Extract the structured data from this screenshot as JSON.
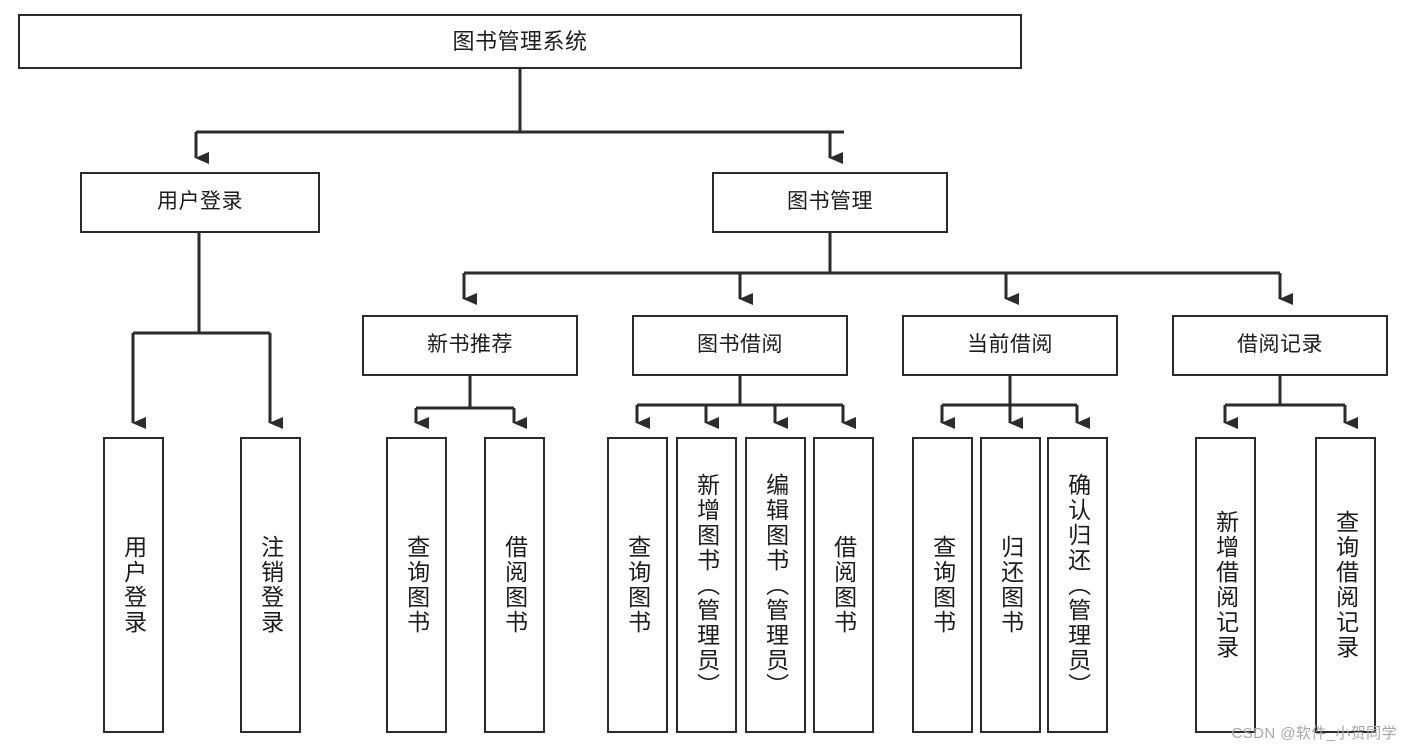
{
  "diagram": {
    "title": "图书管理系统",
    "type": "tree",
    "orientation": "top-down",
    "colors": {
      "box_border": "#2b2b2b",
      "box_fill": "#ffffff",
      "connector": "#2b2b2b",
      "text": "#1c1c1c",
      "background": "#ffffff",
      "watermark": "#a7a7a7"
    },
    "nodes": {
      "root": {
        "label": "图书管理系统"
      },
      "level2": [
        {
          "label": "用户登录"
        },
        {
          "label": "图书管理"
        }
      ],
      "level3": [
        {
          "label": "新书推荐"
        },
        {
          "label": "图书借阅"
        },
        {
          "label": "当前借阅"
        },
        {
          "label": "借阅记录"
        }
      ],
      "leaves": {
        "user_login": [
          {
            "label": "用户登录"
          },
          {
            "label": "注销登录"
          }
        ],
        "new_book_recommend": [
          {
            "label": "查询图书"
          },
          {
            "label": "借阅图书"
          }
        ],
        "book_borrow": [
          {
            "label": "查询图书"
          },
          {
            "label": "新增图书（管理员）"
          },
          {
            "label": "编辑图书（管理员）"
          },
          {
            "label": "借阅图书"
          }
        ],
        "current_borrow": [
          {
            "label": "查询图书"
          },
          {
            "label": "归还图书"
          },
          {
            "label": "确认归还（管理员）"
          }
        ],
        "borrow_records": [
          {
            "label": "新增借阅记录"
          },
          {
            "label": "查询借阅记录"
          }
        ]
      }
    }
  },
  "watermark": {
    "text": "CSDN @软件_小贺同学"
  }
}
